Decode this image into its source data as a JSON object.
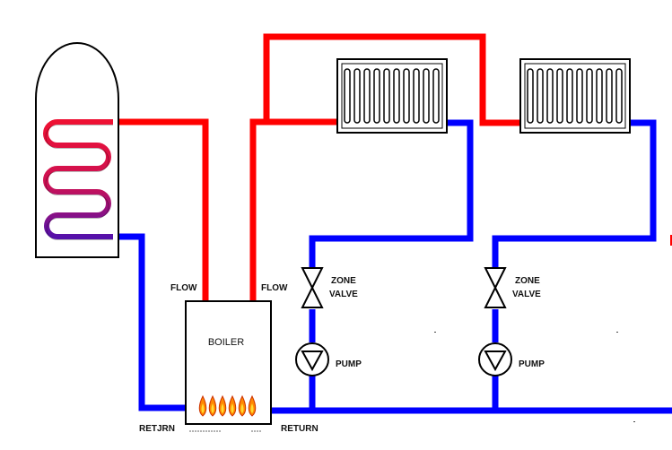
{
  "labels": {
    "flow_left": "FLOW",
    "flow_right": "FLOW",
    "boiler": "BOILER",
    "return_left": "RETJRN",
    "return_right": "RETURN",
    "zone_valve_1_line1": "ZONE",
    "zone_valve_1_line2": "VALVE",
    "zone_valve_2_line1": "ZONE",
    "zone_valve_2_line2": "VALVE",
    "pump_1": "PUMP",
    "pump_2": "PUMP"
  },
  "colors": {
    "flow": "#ff0000",
    "return": "#0000ff",
    "coil_hot": "#ee1133",
    "coil_cold": "#5511aa",
    "outline": "#000000",
    "flame": "#ff8800"
  },
  "icons": {
    "zone_valve": "bowtie-valve-icon",
    "pump": "circle-triangle-pump-icon",
    "radiator": "radiator-icon",
    "cylinder": "hot-water-cylinder-icon",
    "flame": "flame-icon"
  }
}
